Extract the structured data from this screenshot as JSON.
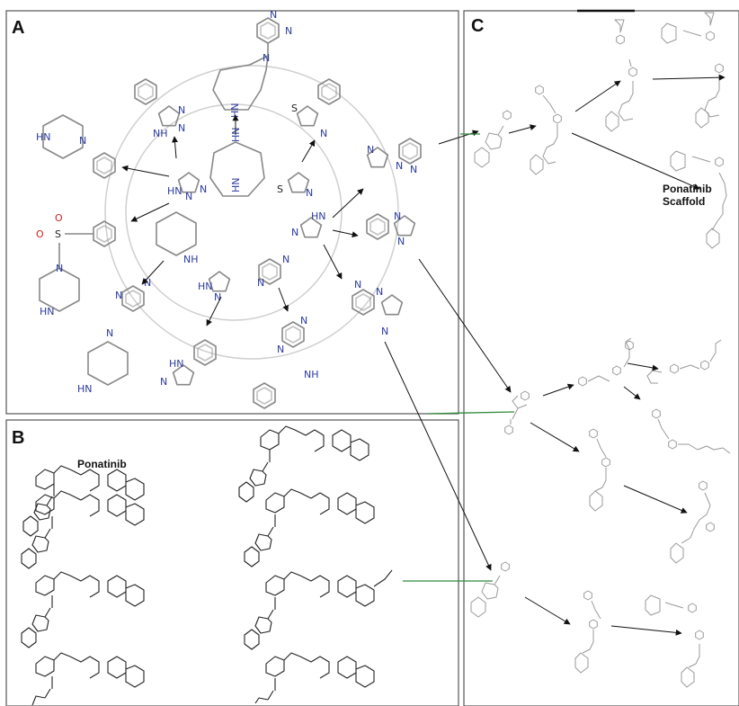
{
  "panels": {
    "a": {
      "letter": "A"
    },
    "b": {
      "letter": "B",
      "label": "Ponatinib"
    },
    "c": {
      "letter": "C",
      "label_line1": "Ponatinib",
      "label_line2": "Scaffold"
    }
  },
  "atoms": {
    "n": "N",
    "nh": "NH",
    "hn": "HN",
    "s": "S",
    "o": "O"
  }
}
